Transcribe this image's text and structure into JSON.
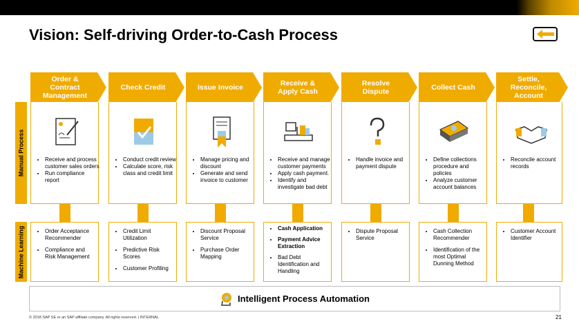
{
  "title": "Vision: Self-driving Order-to-Cash Process",
  "side_labels": {
    "manual": "Manual Process",
    "ml": "Machine Learning"
  },
  "stages": [
    {
      "title": "Order & Contract Management",
      "manual": [
        "Receive and process customer sales orders",
        "Run compliance report"
      ],
      "ml": [
        {
          "text": "Order Acceptance Recommender",
          "bold": false
        },
        {
          "text": "Compliance and Risk Management",
          "bold": false
        }
      ]
    },
    {
      "title": "Check Credit",
      "manual": [
        "Conduct credit review",
        "Calculate score, risk class and credit limit"
      ],
      "ml": [
        {
          "text": "Credit Limit Utilization",
          "bold": false
        },
        {
          "text": "Predictive Risk Scores",
          "bold": false
        },
        {
          "text": "Customer Profiling",
          "bold": false
        }
      ]
    },
    {
      "title": "Issue Invoice",
      "manual": [
        "Manage pricing and discount",
        "Generate and send invoice to customer"
      ],
      "ml": [
        {
          "text": "Discount Proposal Service",
          "bold": false
        },
        {
          "text": "Purchase Order Mapping",
          "bold": false
        }
      ]
    },
    {
      "title": "Receive & Apply Cash",
      "manual": [
        "Receive and manage customer payments",
        "Apply cash payment.",
        "Identify and investigate bad debt"
      ],
      "ml": [
        {
          "text": "Cash Application",
          "bold": true
        },
        {
          "text": "Payment Advice Extraction",
          "bold": true
        },
        {
          "text": "Bad Debt Identification and Handling",
          "bold": false
        }
      ]
    },
    {
      "title": "Resolve Dispute",
      "manual": [
        "Handle invoice and payment dispute"
      ],
      "ml": [
        {
          "text": "Dispute Proposal Service",
          "bold": false
        }
      ]
    },
    {
      "title": "Collect Cash",
      "manual": [
        "Define collections procedure and policies",
        "Analyze customer account balances"
      ],
      "ml": [
        {
          "text": "Cash Collection Recommender",
          "bold": false
        },
        {
          "text": "Identification of the most Optimal Dunning Method",
          "bold": false
        }
      ]
    },
    {
      "title": "Settle, Reconcile, Account",
      "manual": [
        "Reconcile account records"
      ],
      "ml": [
        {
          "text": "Customer Account Identifier",
          "bold": false
        }
      ]
    }
  ],
  "ipa_label": "Intelligent Process Automation",
  "footer": "© 2018 SAP SE or an SAP affiliate company. All rights reserved.  |  INTERNAL",
  "page_number": "21",
  "colors": {
    "accent": "#f0ab00",
    "bar": "#000000"
  },
  "icons": [
    "contract-sign-icon",
    "credit-check-icon",
    "invoice-icon",
    "cash-register-icon",
    "question-icon",
    "money-stack-icon",
    "handshake-icon"
  ]
}
